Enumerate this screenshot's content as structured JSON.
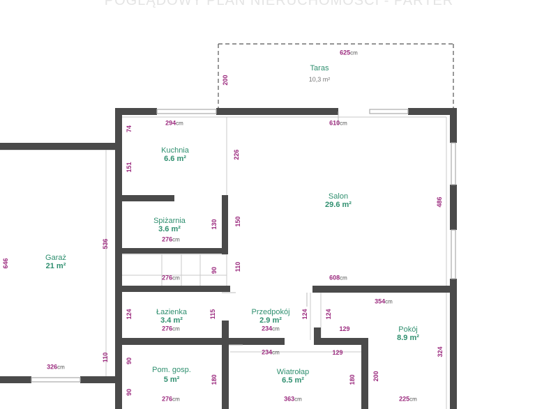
{
  "title": "POGLĄDOWY PLAN NIERUCHOMOŚCI - PARTER",
  "unit": "cm",
  "colors": {
    "wall": "#4a4a4a",
    "room_label": "#2f8f6f",
    "dimension": "#9b2a7e",
    "thin_line": "#bdbdbd",
    "title": "#e4e4e4"
  },
  "rooms": [
    {
      "name": "Taras",
      "area": "10,3 m²"
    },
    {
      "name": "Kuchnia",
      "area": "6.6 m²"
    },
    {
      "name": "Salon",
      "area": "29.6 m²"
    },
    {
      "name": "Spiżarnia",
      "area": "3.6 m²"
    },
    {
      "name": "Garaż",
      "area": "21 m²"
    },
    {
      "name": "Łazienka",
      "area": "3.4 m²"
    },
    {
      "name": "Przedpokój",
      "area": "2.9 m²"
    },
    {
      "name": "Pokój",
      "area": "8.9 m²"
    },
    {
      "name": "Pom. gosp.",
      "area": "5 m²"
    },
    {
      "name": "Wiatrołap",
      "area": "6.5 m²"
    }
  ],
  "dimensions": {
    "terrace_width": "625",
    "terrace_depth": "200",
    "kitchen_width": "294",
    "salon_width_top": "610",
    "kitchen_h1": "74",
    "kitchen_h2": "151",
    "kitchen_right": "226",
    "salon_height": "486",
    "salon_left": "150",
    "salon_bottom": "608",
    "garage_height": "646",
    "garage_inner": "536",
    "pantry_h": "130",
    "pantry_w": "276",
    "stair_w": "276",
    "stair_h1": "90",
    "stair_h2": "110",
    "bath_h": "124",
    "bath_w": "276",
    "bath_h2": "115",
    "hall_w": "234",
    "hall_h": "124",
    "room_w": "354",
    "room_h": "324",
    "room_note": "129",
    "room_note2": "124",
    "room_bottom": "225",
    "room_left": "200",
    "garage_width": "326",
    "utility_h1": "110",
    "utility_h2": "90",
    "utility_h3": "90",
    "utility_w": "276",
    "vest_w1": "234",
    "vest_w2": "129",
    "vest_h": "180",
    "vest_w3": "363",
    "utility_right": "180"
  }
}
